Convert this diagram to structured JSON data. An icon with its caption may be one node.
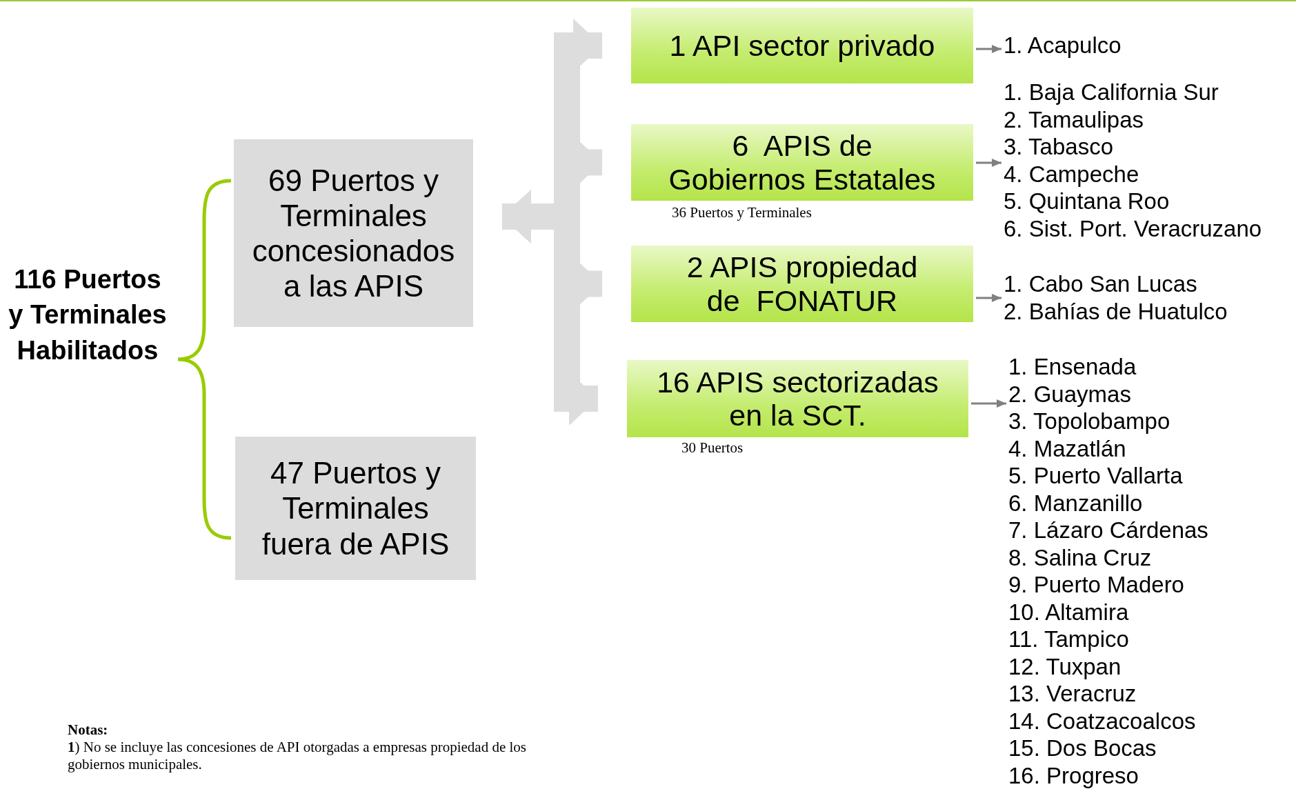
{
  "diagram": {
    "nodes": [
      {
        "text": [
          "69 Puertos y Terminales concesionados a las APIS"
        ]
      },
      {
        "text": [
          "47 Puertos y Terminales fuera de APIS"
        ]
      },
      {
        "text": [
          "1 API sector privado"
        ]
      },
      {
        "text": [
          "6  APIS de Gobiernos Estatales"
        ],
        "beside": [
          "36 Puertos y Terminales"
        ]
      },
      {
        "text": [
          "2 APIS propiedad de  FONATUR"
        ]
      },
      {
        "text": [
          "16 APIS sectorizadas en la SCT."
        ],
        "beside": [
          "30 Puertos"
        ]
      },
      {
        "text": [
          "1. Acapulco"
        ]
      },
      {
        "text": [
          "1. Baja California Sur",
          "2. Tamaulipas",
          "3. Tabasco",
          "4. Campeche",
          "5. Quintana Roo",
          "6. Sist. Port. Veracruzano"
        ]
      },
      {
        "text": [
          "1. Cabo San Lucas",
          "2. Bahías de Huatulco"
        ]
      },
      {
        "text": [
          "1. Ensenada",
          "2. Guaymas",
          "3. Topolobampo",
          "4. Mazatlán",
          "5. Puerto Vallarta",
          "6. Manzanillo",
          "7. Lázaro Cárdenas",
          "8. Salina Cruz",
          "9. Puerto Madero",
          "10. Altamira",
          "11. Tampico",
          "12. Tuxpan",
          "13. Veracruz",
          "14. Coatzacoalcos",
          "15. Dos Bocas",
          "16. Progreso"
        ]
      }
    ],
    "edges": [
      {
        "from": 0,
        "to": 2,
        "arrow": "both",
        "style": "thick",
        "color": "#dddddd"
      },
      {
        "from": 0,
        "to": 3,
        "arrow": "both",
        "style": "thick",
        "color": "#dddddd"
      },
      {
        "from": 0,
        "to": 4,
        "arrow": "both",
        "style": "thick",
        "color": "#dddddd"
      },
      {
        "from": 0,
        "to": 5,
        "arrow": "both",
        "style": "thick",
        "color": "#dddddd"
      },
      {
        "from": 2,
        "to": 6,
        "arrow": "to",
        "color": "#808080"
      },
      {
        "from": 3,
        "to": 7,
        "arrow": "to",
        "color": "#808080"
      },
      {
        "from": 4,
        "to": 8,
        "arrow": "to",
        "color": "#808080"
      },
      {
        "from": 5,
        "to": 9,
        "arrow": "to",
        "color": "#808080"
      }
    ],
    "labels": [
      "116 Puertos y Terminales Habilitados",
      "Notas:",
      "**1**) No se incluye las concesiones de API otorgadas a empresas propiedad de los gobiernos municipales."
    ]
  }
}
